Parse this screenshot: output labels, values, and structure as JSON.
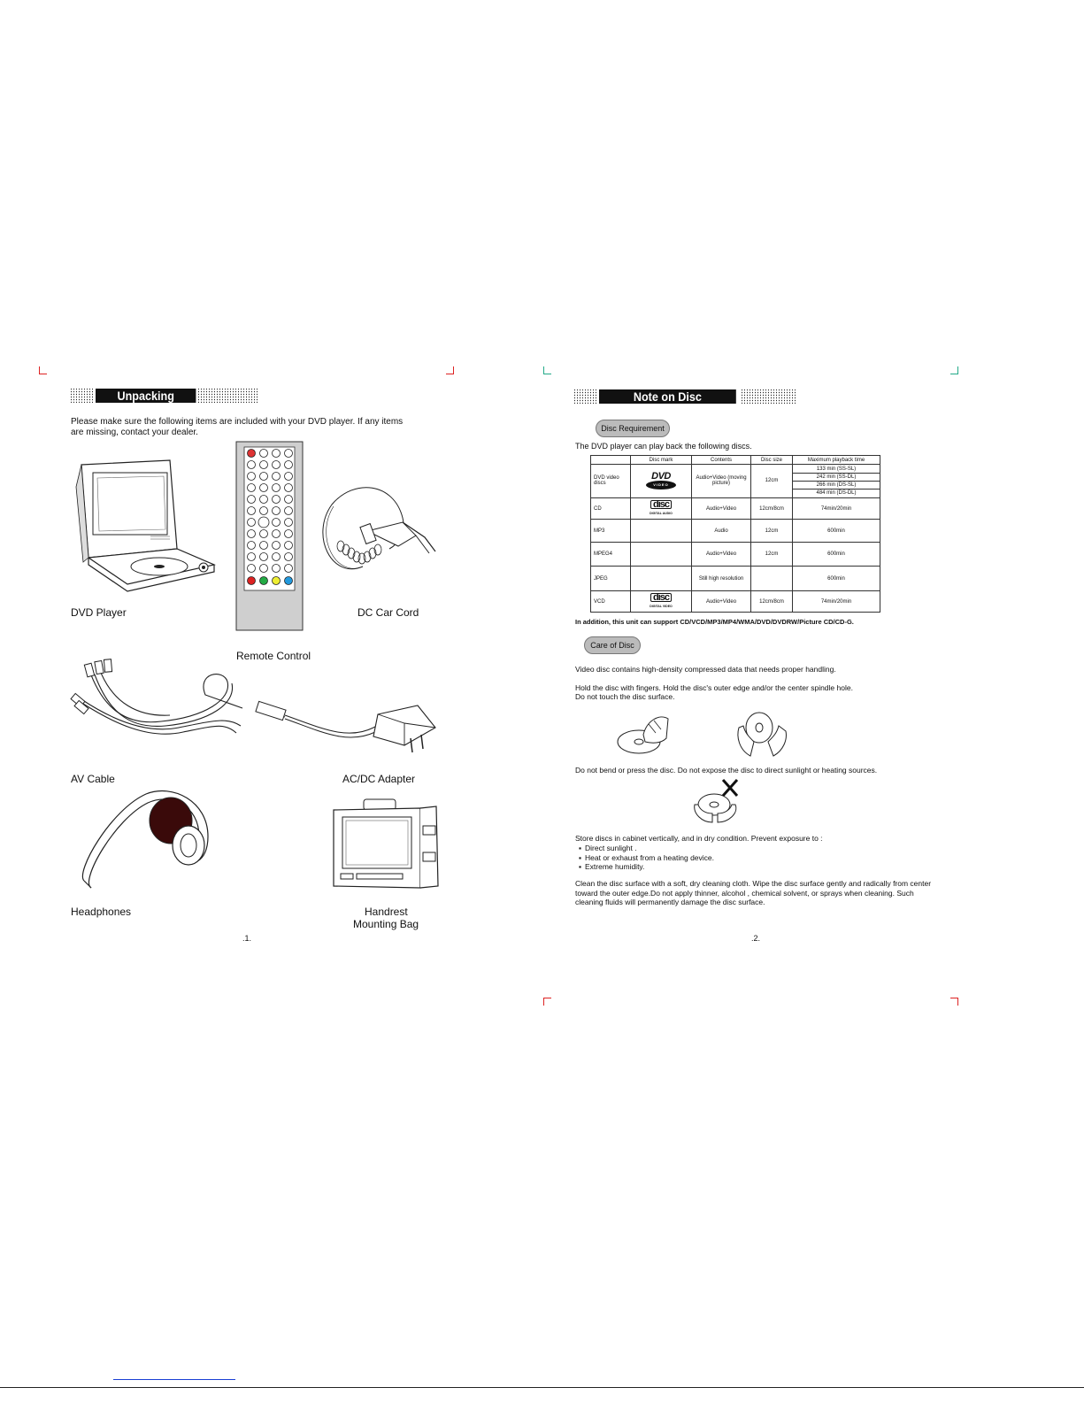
{
  "left_page": {
    "title": "Unpacking",
    "intro": "Please make sure the following items are included with your DVD player. If any items are missing, contact your dealer.",
    "items": [
      "DVD Player",
      "DC Car Cord",
      "Remote Control",
      "AV Cable",
      "AC/DC Adapter",
      "Headphones",
      "Handrest",
      "Mounting Bag"
    ],
    "page_number": ".1."
  },
  "right_page": {
    "title": "Note on Disc",
    "disc_requirement_label": "Disc Requirement",
    "playback_intro": "The DVD player can play back the following discs.",
    "table": {
      "headers": [
        "",
        "Disc mark",
        "Contents",
        "Disc size",
        "Maximum playback time"
      ],
      "dvd": {
        "type": "DVD video discs",
        "mark": "DVD",
        "mark_sub": "VIDEO",
        "contents": "Audio+Video (moving picture)",
        "size": "12cm",
        "times": [
          "133 min (SS-SL)",
          "242 min (SS-DL)",
          "266 min (DS-SL)",
          "484 min (DS-DL)"
        ]
      },
      "rows": [
        {
          "type": "CD",
          "mark": "disc",
          "mark_top": "COMPACT",
          "mark_bottom": "DIGITAL AUDIO",
          "contents": "Audio+Video",
          "size": "12cm/8cm",
          "time": "74min/20min"
        },
        {
          "type": "MP3",
          "mark": "",
          "mark_top": "",
          "mark_bottom": "",
          "contents": "Audio",
          "size": "12cm",
          "time": "600min"
        },
        {
          "type": "MPEG4",
          "mark": "",
          "mark_top": "",
          "mark_bottom": "",
          "contents": "Audio+Video",
          "size": "12cm",
          "time": "600min"
        },
        {
          "type": "JPEG",
          "mark": "",
          "mark_top": "",
          "mark_bottom": "",
          "contents": "Still high resolution",
          "size": "",
          "time": "600min"
        },
        {
          "type": "VCD",
          "mark": "disc",
          "mark_top": "COMPACT",
          "mark_bottom": "DIGITAL VIDEO",
          "contents": "Audio+Video",
          "size": "12cm/8cm",
          "time": "74min/20min"
        }
      ]
    },
    "support_note": "In addition, this unit can support  CD/VCD/MP3/MP4/WMA/DVD/DVDRW/Picture CD/CD-G.",
    "care_label": "Care of Disc",
    "care_p1": "Video disc contains high-density compressed data that needs proper handling.",
    "care_p2a": "Hold the disc with fingers. Hold the disc's outer edge and/or the center spindle hole.",
    "care_p2b": "Do not touch the disc surface.",
    "care_p3": "Do not bend or press the disc. Do not expose the disc to direct sunlight or heating sources.",
    "care_p4": "Store discs in cabinet vertically, and in dry condition. Prevent exposure to :",
    "care_bullets": [
      "Direct sunlight .",
      "Heat or exhaust from a heating device.",
      "Extreme humidity."
    ],
    "care_p5": "Clean the disc surface with a soft, dry cleaning cloth. Wipe the disc surface gently and radically from center toward the outer edge.Do not apply thinner, alcohol , chemical solvent, or sprays when cleaning. Such cleaning fluids will permanently damage the disc surface.",
    "page_number": ".2."
  }
}
